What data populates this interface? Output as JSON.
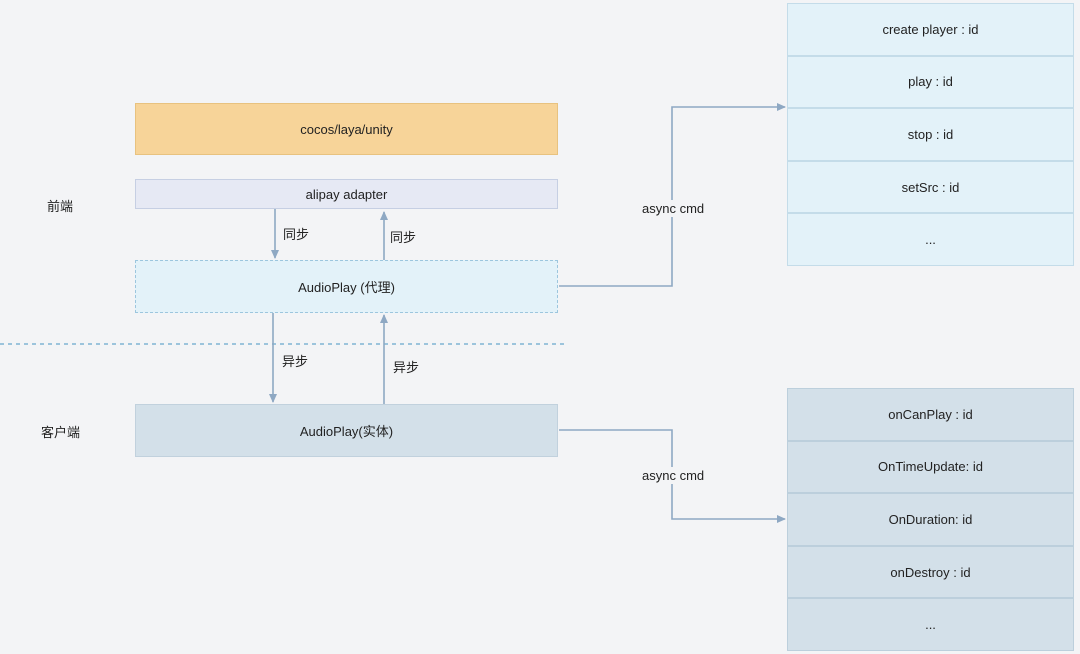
{
  "side_labels": {
    "frontend": "前端",
    "client": "客户端"
  },
  "boxes": {
    "engine": "cocos/laya/unity",
    "adapter": "alipay adapter",
    "proxy": "AudioPlay (代理)",
    "entity": "AudioPlay(实体)"
  },
  "arrow_labels": {
    "sync_down": "同步",
    "sync_up": "同步",
    "async_down": "异步",
    "async_up": "异步"
  },
  "link_labels": {
    "top": "async cmd",
    "bottom": "async cmd"
  },
  "commands_top": [
    "create player : id",
    "play : id",
    "stop : id",
    "setSrc : id",
    "..."
  ],
  "commands_bottom": [
    "onCanPlay : id",
    "OnTimeUpdate: id",
    "OnDuration: id",
    "onDestroy : id",
    "..."
  ],
  "colors": {
    "engine_fill": "#f7d499",
    "adapter_fill": "#e6e9f4",
    "proxy_fill": "#e3f2f9",
    "entity_fill": "#d3e0e9",
    "top_cell_fill": "#e3f2f9",
    "bottom_cell_fill": "#d3e0e9",
    "arrow": "#8ea8c3",
    "divider": "#7fb4d4"
  }
}
